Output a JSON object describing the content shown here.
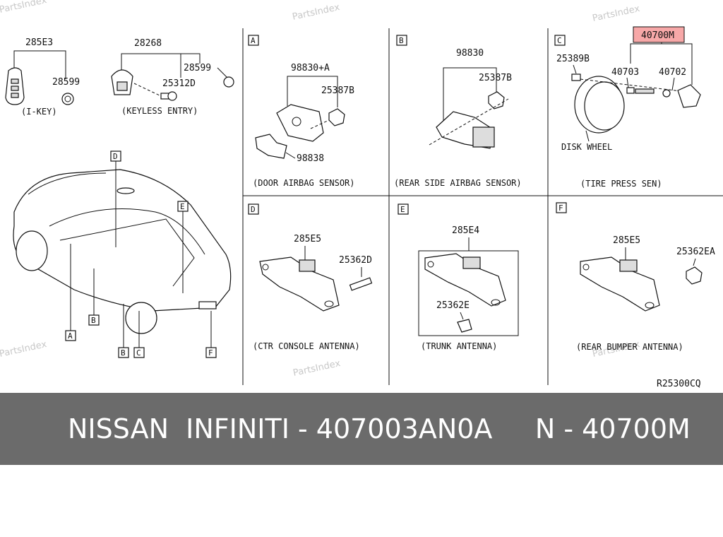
{
  "watermark": "PartsIndex",
  "drawing_code": "R25300CQ",
  "sections": {
    "keys": {
      "ikey_pn": "285E3",
      "ikey_small_pn": "28599",
      "ikey_caption": "(I-KEY)",
      "keyless_pn": "28268",
      "keyless_screw_pn": "25312D",
      "keyless_small_pn": "28599",
      "keyless_caption": "(KEYLESS ENTRY)"
    },
    "car": {
      "labels": [
        "D",
        "E",
        "A",
        "B",
        "B",
        "C",
        "F"
      ]
    },
    "A": {
      "box": "A",
      "pn_main": "98830+A",
      "pn_nut": "25387B",
      "pn_bracket": "98838",
      "caption": "(DOOR AIRBAG SENSOR)"
    },
    "B": {
      "box": "B",
      "pn_main": "98830",
      "pn_nut": "25387B",
      "caption": "(REAR SIDE AIRBAG SENSOR)"
    },
    "C": {
      "box": "C",
      "pn_highlight": "40700M",
      "pn_cap": "25389B",
      "pn_valve": "40703",
      "pn_sensor": "40702",
      "wheel_label": "DISK WHEEL",
      "caption": "(TIRE PRESS SEN)"
    },
    "D": {
      "box": "D",
      "pn_main": "285E5",
      "pn_bolt": "25362D",
      "caption": "(CTR CONSOLE ANTENNA)"
    },
    "E": {
      "box": "E",
      "pn_main": "285E4",
      "pn_clip": "25362E",
      "caption": "(TRUNK ANTENNA)"
    },
    "F": {
      "box": "F",
      "pn_main": "285E5",
      "pn_nut": "25362EA",
      "caption": "(REAR BUMPER ANTENNA)"
    }
  },
  "colors": {
    "highlight": "#f7a8a8",
    "footer_bg": "#6b6b6b",
    "footer_text": "#ffffff"
  },
  "footer": {
    "text": "NISSAN  INFINITI - 407003AN0A     N - 40700M"
  }
}
